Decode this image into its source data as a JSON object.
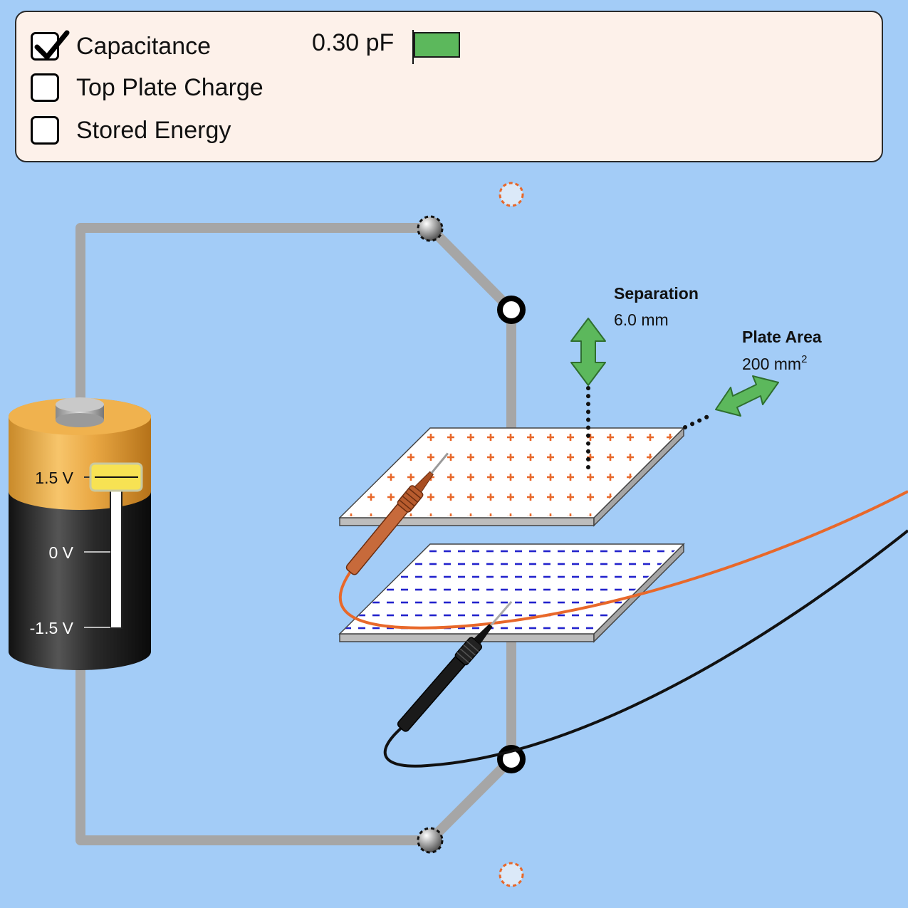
{
  "meters": {
    "capacitance": {
      "label": "Capacitance",
      "checked": true,
      "value": "0.30 pF"
    },
    "top_plate_charge": {
      "label": "Top Plate Charge",
      "checked": false
    },
    "stored_energy": {
      "label": "Stored Energy",
      "checked": false
    }
  },
  "battery": {
    "labels": {
      "max": "1.5 V",
      "zero": "0 V",
      "min": "-1.5 V"
    },
    "voltage_fraction_of_range": 1.0
  },
  "separation": {
    "label": "Separation",
    "value": "6.0 mm"
  },
  "plate_area": {
    "label": "Plate Area",
    "value": "200 mm",
    "superscript": "2"
  },
  "colors": {
    "background": "#a3ccf7",
    "positive_charge": "#e8682a",
    "negative_charge": "#2222cc",
    "drag_arrow": "#5cb85c",
    "wire": "#a6a6a6",
    "red_probe": "#d5703f",
    "black_probe": "#111111"
  },
  "icons": {
    "checkbox": "checkmark-icon",
    "separation_handle": "double-arrow-vertical-icon",
    "area_handle": "double-arrow-diagonal-icon"
  }
}
